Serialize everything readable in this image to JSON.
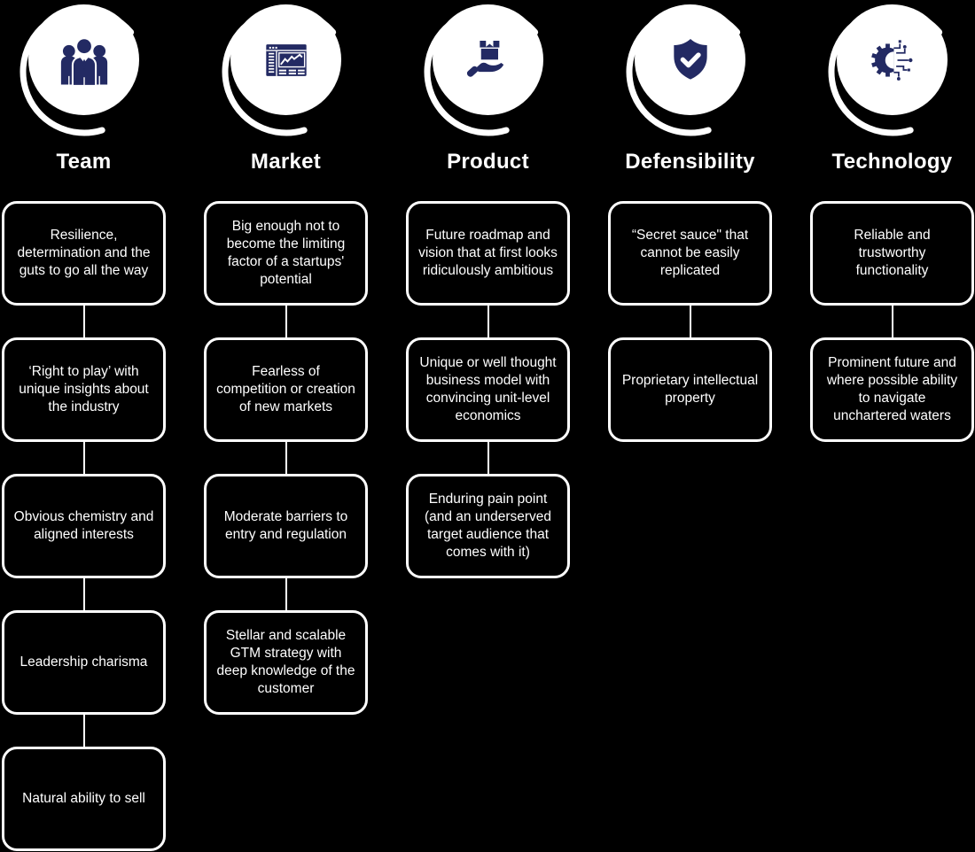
{
  "colors": {
    "background": "#000000",
    "icon_navy": "#232a63",
    "foreground": "#ffffff"
  },
  "columns": [
    {
      "title": "Team",
      "icon": "team-people-icon",
      "items": [
        "Resilience, determination and the guts to go all the way",
        "‘Right to play’ with unique insights about the industry",
        "Obvious chemistry and aligned interests",
        "Leadership charisma",
        "Natural ability to sell"
      ]
    },
    {
      "title": "Market",
      "icon": "market-analytics-icon",
      "items": [
        "Big enough not to become the limiting factor of a startups' potential",
        "Fearless of competition or creation of new markets",
        "Moderate barriers to entry and regulation",
        "Stellar and scalable GTM strategy with deep knowledge of the customer"
      ]
    },
    {
      "title": "Product",
      "icon": "product-delivery-icon",
      "items": [
        "Future roadmap and vision that at first looks ridiculously ambitious",
        "Unique or well thought business model with convincing unit-level economics",
        "Enduring pain point (and an underserved target audience that comes with it)"
      ]
    },
    {
      "title": "Defensibility",
      "icon": "shield-check-icon",
      "items": [
        "“Secret sauce\" that cannot be easily replicated",
        "Proprietary intellectual property"
      ]
    },
    {
      "title": "Technology",
      "icon": "gear-circuit-icon",
      "items": [
        "Reliable and trustworthy functionality",
        "Prominent future and where possible ability to navigate unchartered waters"
      ]
    }
  ]
}
